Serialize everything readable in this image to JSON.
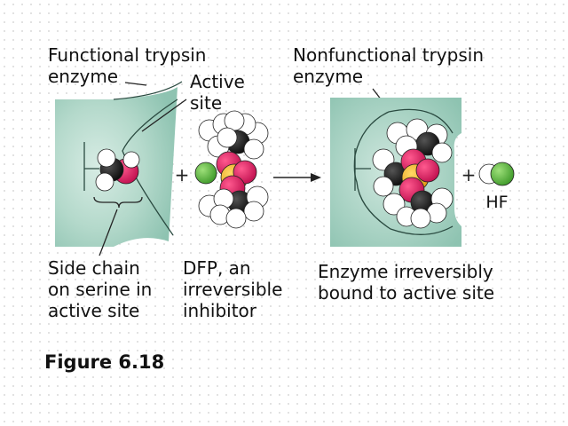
{
  "labels": {
    "functional_line1": "Functional trypsin",
    "functional_line2": "enzyme",
    "active_line1": "Active",
    "active_line2": "site",
    "nonfunctional_line1": "Nonfunctional trypsin",
    "nonfunctional_line2": "enzyme",
    "side_chain_lines": [
      "Side chain",
      "on serine in",
      "active site"
    ],
    "dfp_lines": [
      "DFP, an",
      "irreversible",
      "inhibitor"
    ],
    "bound_lines": [
      "Enzyme irreversibly",
      "bound to active site"
    ],
    "hf": "HF",
    "plus1": "+",
    "plus2": "+"
  },
  "caption": "Figure 6.18",
  "colors": {
    "enzyme_fill": "#a9d3c4",
    "enzyme_dark": "#7fb8a6",
    "oxygen": "#d4145a",
    "phosphorus": "#f5b62a",
    "fluorine": "#63b845",
    "hydrogen": "#ffffff",
    "carbon": "#1a1a1a"
  },
  "icons": {
    "arrow": "reaction-arrow-icon",
    "serine": "serine-molecule-icon",
    "dfp": "dfp-molecule-icon",
    "hf": "hf-molecule-icon"
  }
}
